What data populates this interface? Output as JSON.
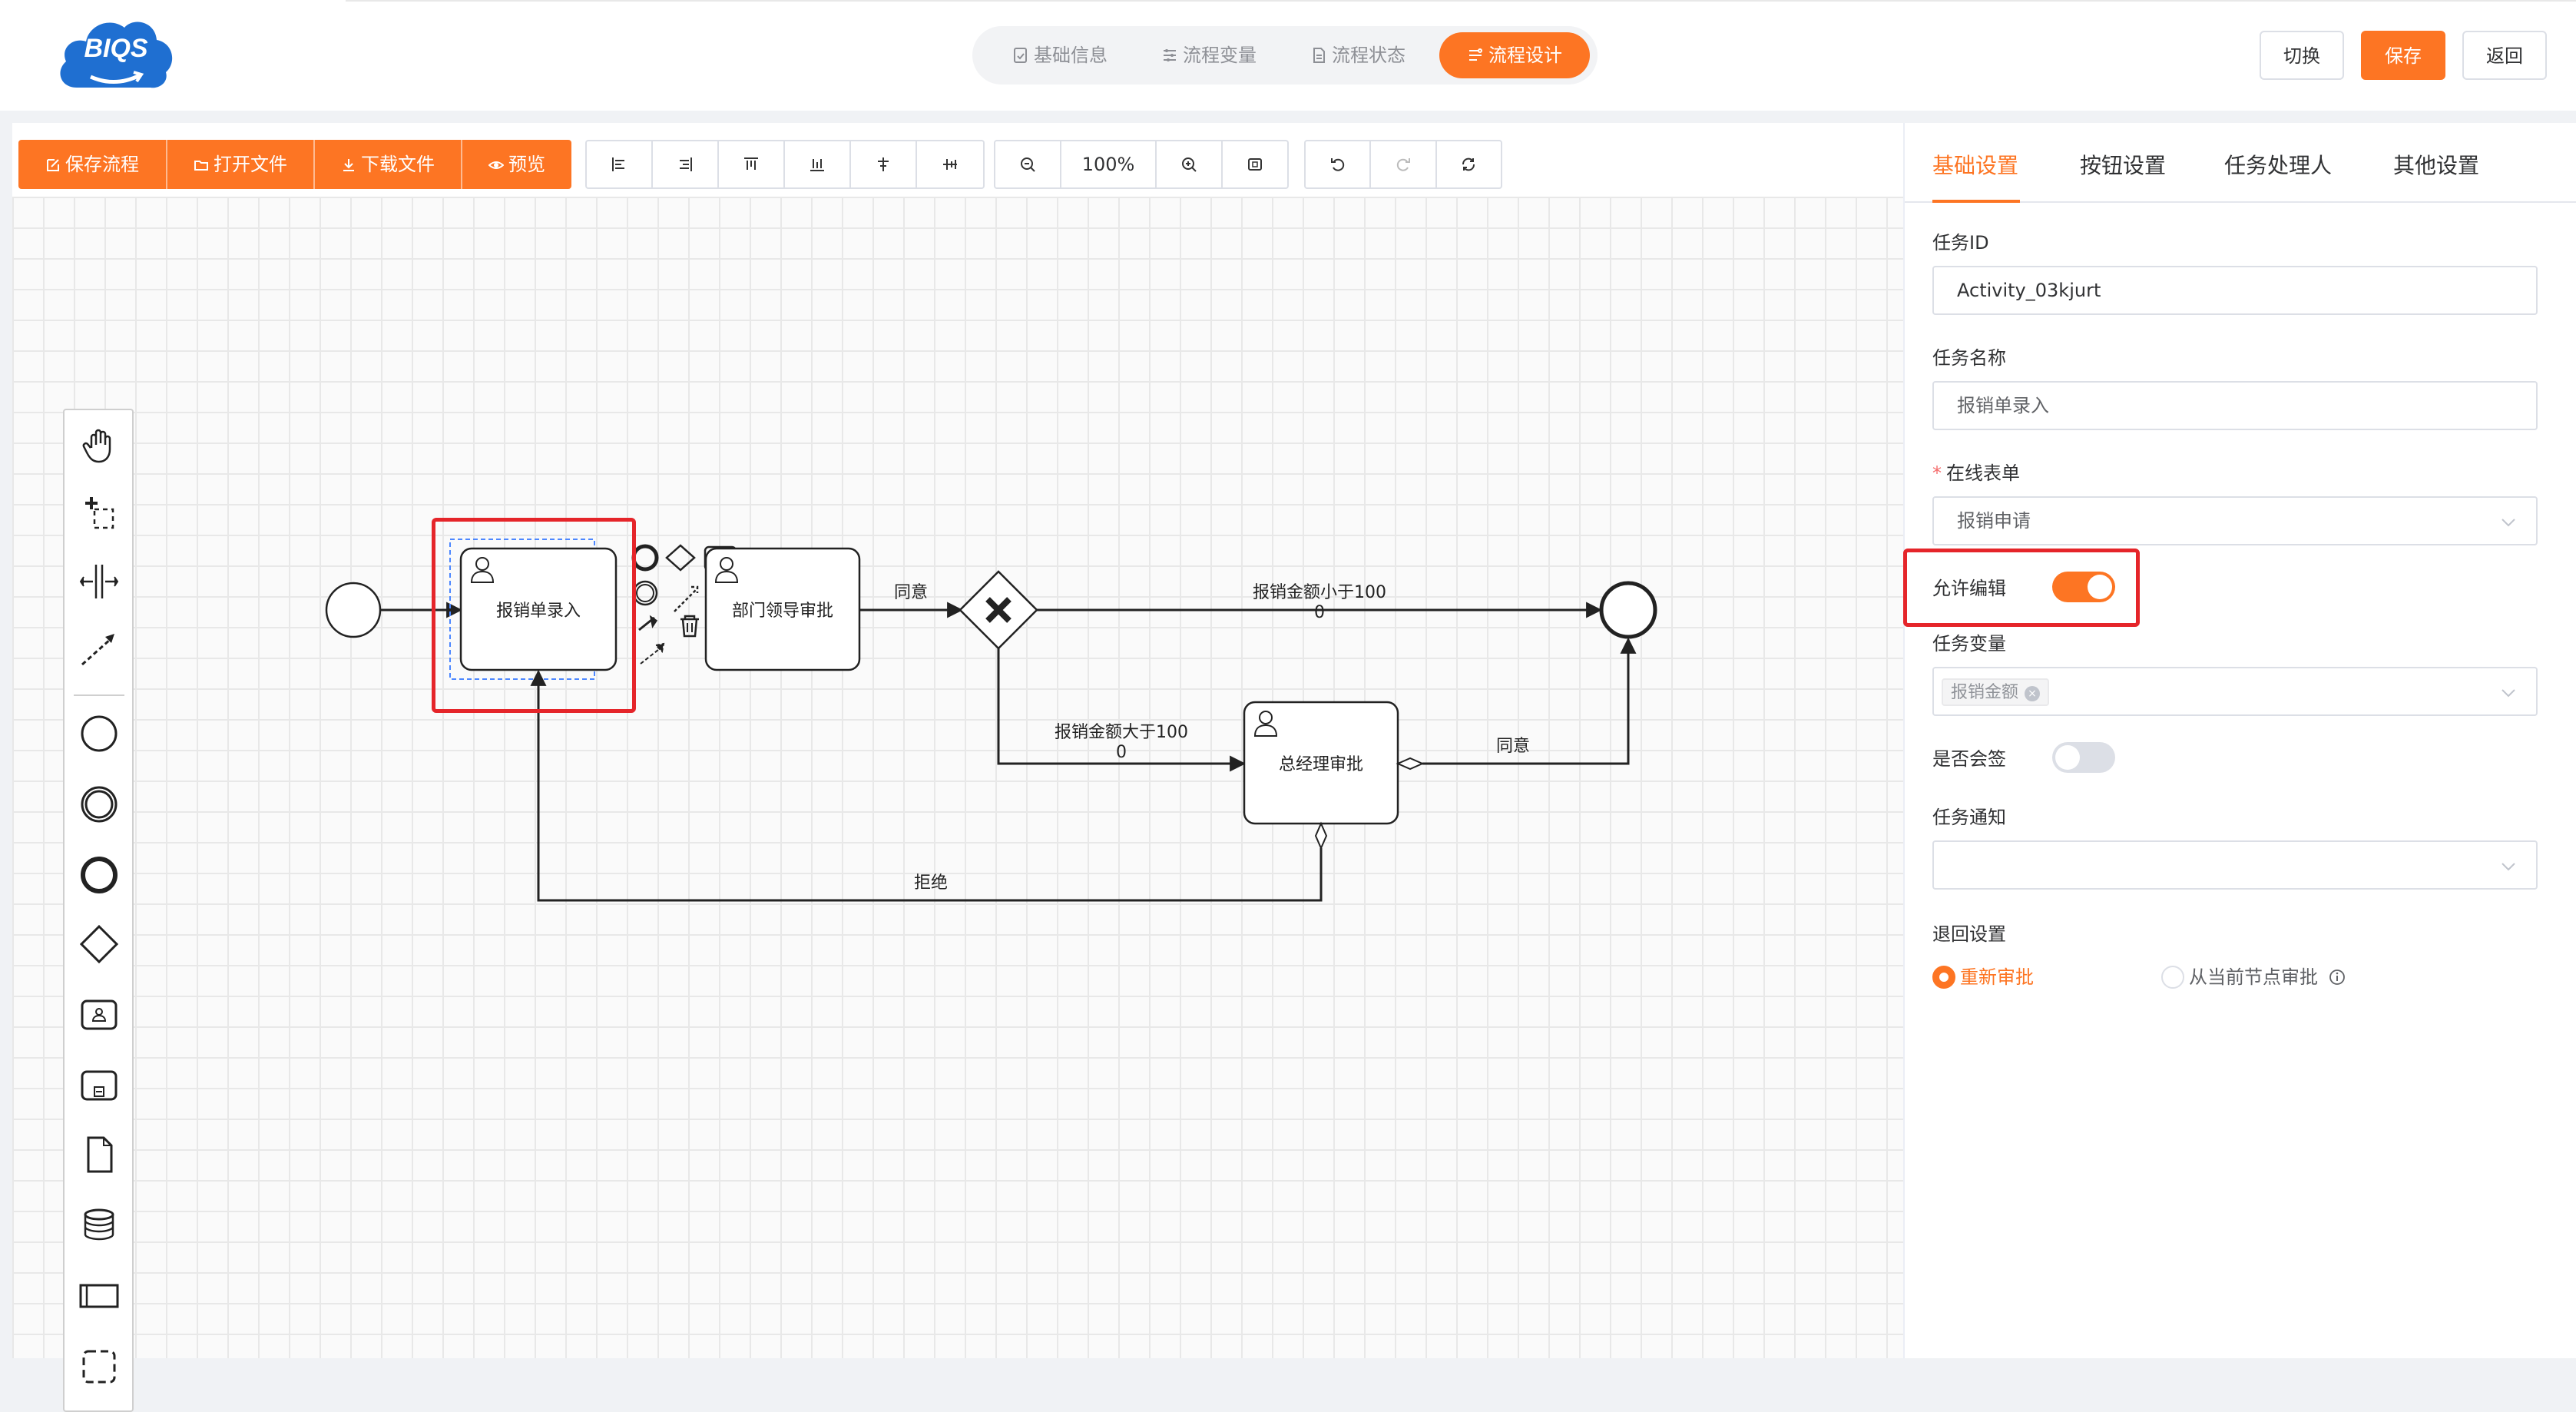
{
  "header": {
    "logo_text": "BIQS",
    "tabs": [
      {
        "label": "基础信息",
        "icon": "file-check-icon",
        "active": false
      },
      {
        "label": "流程变量",
        "icon": "sliders-icon",
        "active": false
      },
      {
        "label": "流程状态",
        "icon": "file-icon",
        "active": false
      },
      {
        "label": "流程设计",
        "icon": "flow-icon",
        "active": true
      }
    ],
    "buttons": {
      "switch": "切换",
      "save": "保存",
      "back": "返回"
    },
    "accent_color": "#fd7523"
  },
  "toolbar": {
    "file_buttons": [
      {
        "label": "保存流程",
        "icon": "edit-icon"
      },
      {
        "label": "打开文件",
        "icon": "folder-icon"
      },
      {
        "label": "下载文件",
        "icon": "download-icon"
      },
      {
        "label": "预览",
        "icon": "eye-icon"
      }
    ],
    "zoom": "100%"
  },
  "diagram": {
    "tasks": {
      "entry": "报销单录入",
      "dept": "部门领导审批",
      "gm": "总经理审批"
    },
    "flows": {
      "agree1": "同意",
      "less_than": "报销金额小于100",
      "less_than_zero": "0",
      "greater_than": "报销金额大于100",
      "greater_than_zero": "0",
      "agree2": "同意",
      "reject": "拒绝"
    }
  },
  "panel": {
    "tabs": [
      {
        "label": "基础设置",
        "active": true
      },
      {
        "label": "按钮设置",
        "active": false
      },
      {
        "label": "任务处理人",
        "active": false
      },
      {
        "label": "其他设置",
        "active": false
      }
    ],
    "task_id_label": "任务ID",
    "task_id_value": "Activity_03kjurt",
    "task_name_label": "任务名称",
    "task_name_value": "报销单录入",
    "form_label": "在线表单",
    "form_value": "报销申请",
    "allow_edit_label": "允许编辑",
    "allow_edit_on": true,
    "task_var_label": "任务变量",
    "task_var_tag": "报销金额",
    "countersign_label": "是否会签",
    "countersign_on": false,
    "notify_label": "任务通知",
    "notify_value": "",
    "return_label": "退回设置",
    "return_options": [
      {
        "label": "重新审批",
        "checked": true
      },
      {
        "label": "从当前节点审批",
        "checked": false
      }
    ]
  }
}
